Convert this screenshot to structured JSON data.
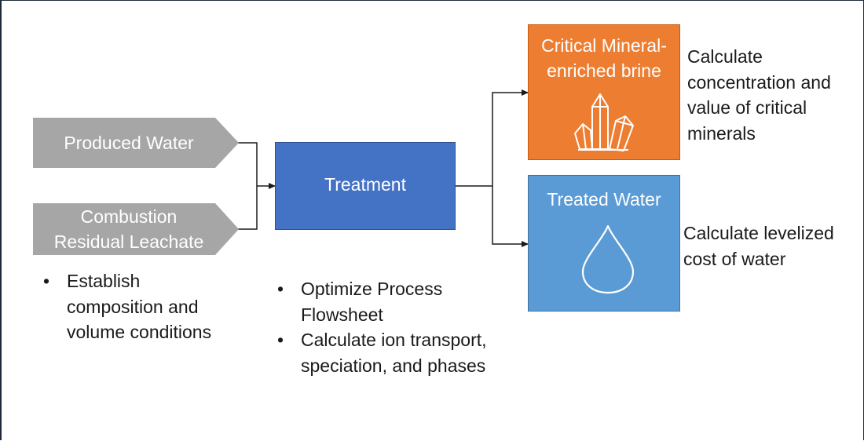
{
  "inputs": {
    "produced_water": "Produced Water",
    "leachate_line1": "Combustion",
    "leachate_line2": "Residual Leachate"
  },
  "treatment": {
    "label": "Treatment"
  },
  "outputs": {
    "brine": {
      "line1": "Critical Mineral-",
      "line2": "enriched brine",
      "icon": "crystal-icon"
    },
    "water": {
      "label": "Treated Water",
      "icon": "water-drop-icon"
    }
  },
  "notes": {
    "brine": [
      "Calculate",
      "concentration and",
      "value of critical",
      "minerals"
    ],
    "water": [
      "Calculate levelized",
      "cost of water"
    ]
  },
  "bullets": {
    "inputs": [
      "Establish composition and volume conditions"
    ],
    "treatment": [
      "Optimize Process Flowsheet",
      "Calculate ion transport, speciation, and phases"
    ]
  },
  "colors": {
    "input_gray": "#a6a6a6",
    "treatment_blue": "#4472c4",
    "brine_orange": "#ed7d31",
    "water_blue": "#5b9bd5",
    "connector": "#1a1a1a"
  }
}
